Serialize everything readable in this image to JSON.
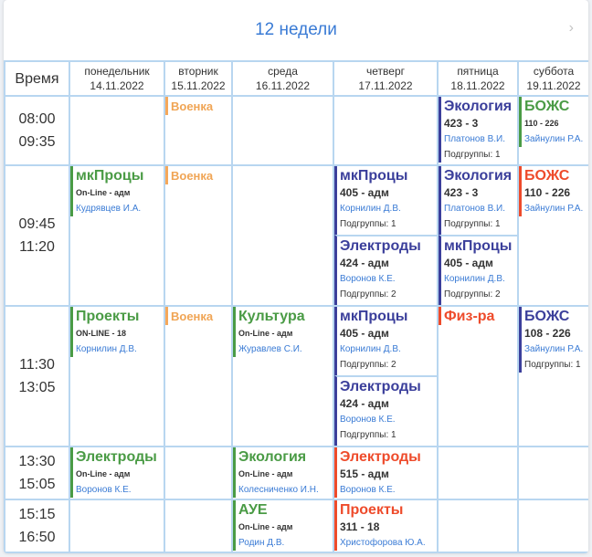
{
  "week_title": "12 недели",
  "time_header": "Время",
  "days": [
    {
      "name": "понедельник",
      "date": "14.11.2022"
    },
    {
      "name": "вторник",
      "date": "15.11.2022"
    },
    {
      "name": "среда",
      "date": "16.11.2022"
    },
    {
      "name": "четверг",
      "date": "17.11.2022"
    },
    {
      "name": "пятница",
      "date": "18.11.2022"
    },
    {
      "name": "суббота",
      "date": "19.11.2022"
    }
  ],
  "slots": [
    {
      "start": "08:00",
      "end": "09:35"
    },
    {
      "start": "09:45",
      "end": "11:20"
    },
    {
      "start": "11:30",
      "end": "13:05"
    },
    {
      "start": "13:30",
      "end": "15:05"
    },
    {
      "start": "15:15",
      "end": "16:50"
    }
  ],
  "lessons": {
    "s0_tue": {
      "subject": "Военка"
    },
    "s0_fri": {
      "subject": "Экология",
      "room": "423 - 3",
      "teacher": "Платонов В.И.",
      "groups": "Подгруппы: 1"
    },
    "s0_sat": {
      "subject": "БОЖС",
      "room": "110 - 226",
      "teacher": "Зайнулин Р.А."
    },
    "s1_mon": {
      "subject": "мкПроцы",
      "room": "On-Line - адм",
      "teacher": "Кудрявцев И.А."
    },
    "s1_tue": {
      "subject": "Военка"
    },
    "s1_thu_a": {
      "subject": "мкПроцы",
      "room": "405 - адм",
      "teacher": "Корнилин Д.В.",
      "groups": "Подгруппы: 1"
    },
    "s1_thu_b": {
      "subject": "Электроды",
      "room": "424 - адм",
      "teacher": "Воронов К.Е.",
      "groups": "Подгруппы: 2"
    },
    "s1_fri_a": {
      "subject": "Экология",
      "room": "423 - 3",
      "teacher": "Платонов В.И.",
      "groups": "Подгруппы: 1"
    },
    "s1_fri_b": {
      "subject": "мкПроцы",
      "room": "405 - адм",
      "teacher": "Корнилин Д.В.",
      "groups": "Подгруппы: 2"
    },
    "s1_sat": {
      "subject": "БОЖС",
      "room": "110 - 226",
      "teacher": "Зайнулин Р.А."
    },
    "s2_mon": {
      "subject": "Проекты",
      "room": "ON-LINE - 18",
      "teacher": "Корнилин Д.В."
    },
    "s2_tue": {
      "subject": "Военка"
    },
    "s2_wed": {
      "subject": "Культура",
      "room": "On-Line - адм",
      "teacher": "Журавлев С.И."
    },
    "s2_thu_a": {
      "subject": "мкПроцы",
      "room": "405 - адм",
      "teacher": "Корнилин Д.В.",
      "groups": "Подгруппы: 2"
    },
    "s2_thu_b": {
      "subject": "Электроды",
      "room": "424 - адм",
      "teacher": "Воронов К.Е.",
      "groups": "Подгруппы: 1"
    },
    "s2_fri": {
      "subject": "Физ-ра"
    },
    "s2_sat": {
      "subject": "БОЖС",
      "room": "108 - 226",
      "teacher": "Зайнулин Р.А.",
      "groups": "Подгруппы: 1"
    },
    "s3_mon": {
      "subject": "Электроды",
      "room": "On-Line - адм",
      "teacher": "Воронов К.Е."
    },
    "s3_wed": {
      "subject": "Экология",
      "room": "On-Line - адм",
      "teacher": "Колесниченко И.Н."
    },
    "s3_thu": {
      "subject": "Электроды",
      "room": "515 - адм",
      "teacher": "Воронов К.Е."
    },
    "s4_wed": {
      "subject": "АУЕ",
      "room": "On-Line - адм",
      "teacher": "Родин Д.В."
    },
    "s4_thu": {
      "subject": "Проекты",
      "room": "311 - 18",
      "teacher": "Христофорова Ю.А."
    }
  },
  "colors": {
    "green": "#4a9b45",
    "navy": "#3b3f9b",
    "orange": "#f0a555",
    "red": "#ee4b2b",
    "link": "#3a7bd5",
    "grid": "#b8d6f0"
  }
}
